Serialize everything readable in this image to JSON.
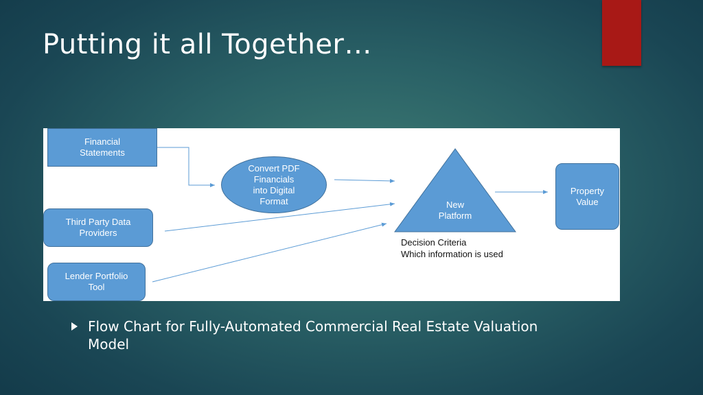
{
  "slide": {
    "title": "Putting it all Together…",
    "accent_color": "#a81916"
  },
  "diagram": {
    "nodes": {
      "financial_statements": "Financial\nStatements",
      "third_party_data": "Third Party Data\nProviders",
      "lender_portfolio": "Lender Portfolio\nTool",
      "convert_pdf": "Convert PDF\nFinancials\ninto Digital\nFormat",
      "new_platform": "New\nPlatform",
      "property_value": "Property\nValue"
    },
    "decision_criteria": {
      "line1": "Decision Criteria",
      "line2": "Which information is used"
    },
    "node_fill": "#5b9bd5"
  },
  "bullets": [
    "Flow Chart for Fully-Automated Commercial Real Estate Valuation Model"
  ]
}
